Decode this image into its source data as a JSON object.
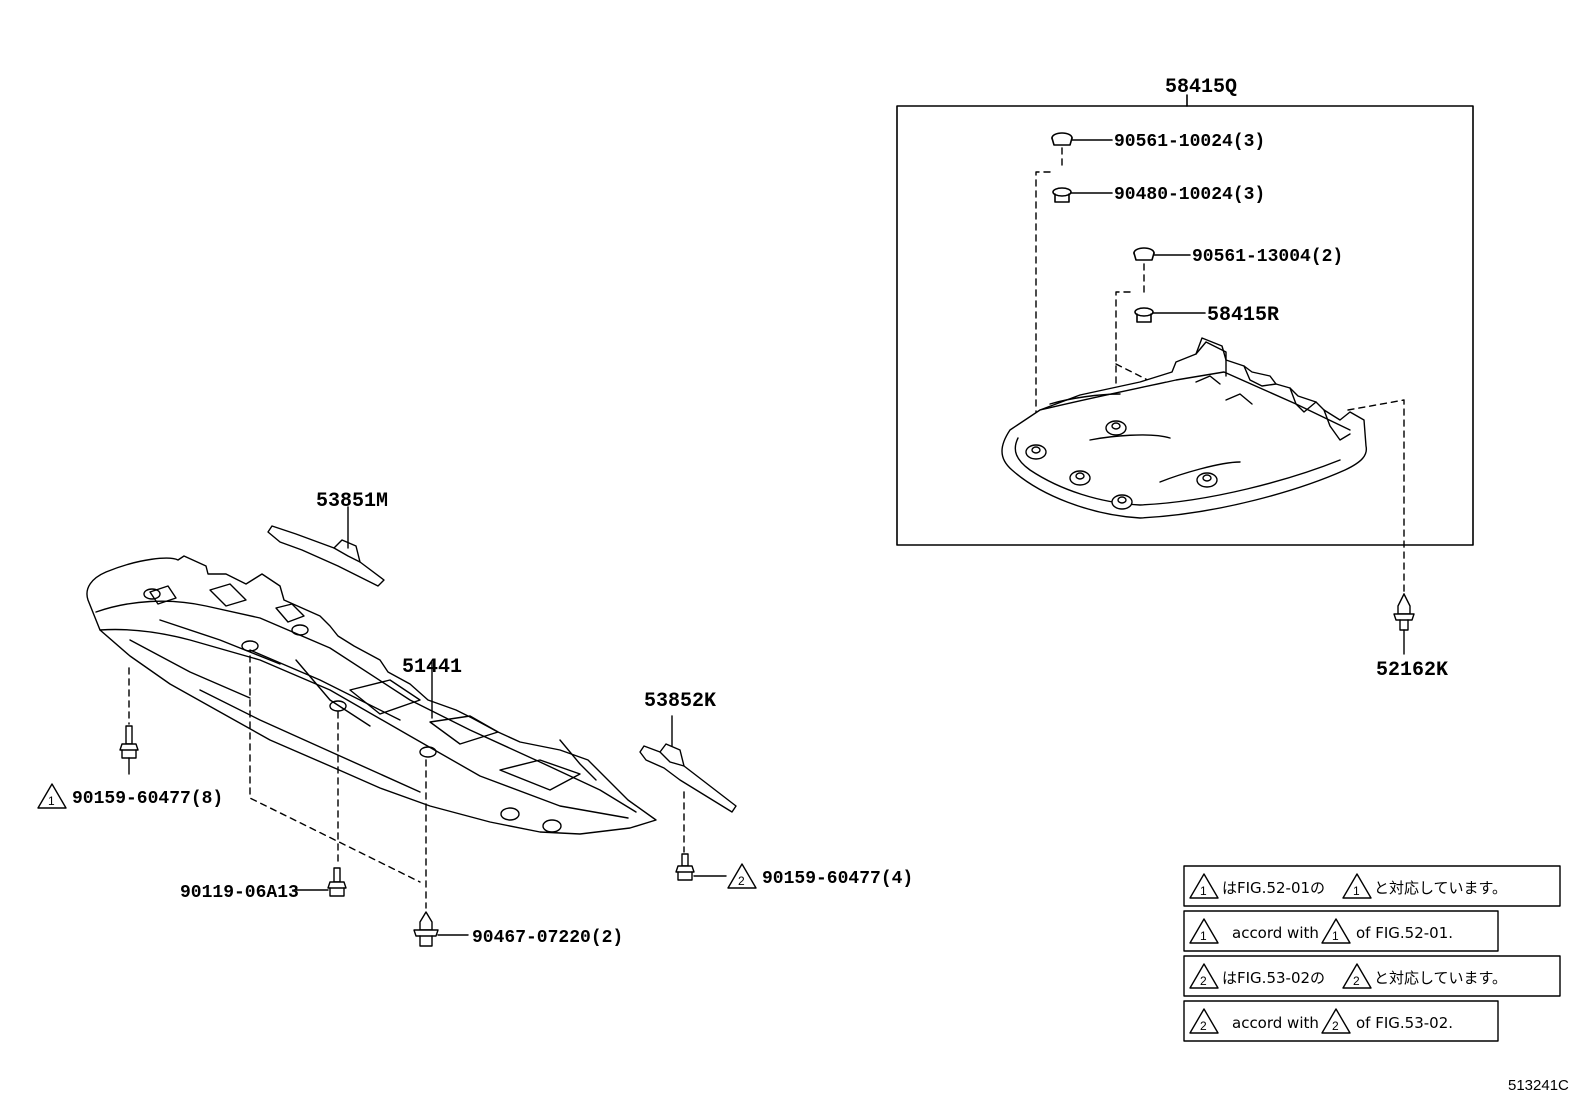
{
  "diagram": {
    "figure_id": "513241C",
    "group_box_label": "58415Q",
    "parts": {
      "p_90561_10024": "90561-10024(3)",
      "p_90480_10024": "90480-10024(3)",
      "p_90561_13004": "90561-13004(2)",
      "p_58415R": "58415R",
      "p_52162K": "52162K",
      "p_53851M": "53851M",
      "p_51441": "51441",
      "p_53852K": "53852K",
      "p_90159_8": "90159-60477(8)",
      "p_90159_4": "90159-60477(4)",
      "p_90119": "90119-06A13",
      "p_90467": "90467-07220(2)"
    },
    "callouts": {
      "c1": "1",
      "c2": "2"
    },
    "notes": [
      {
        "tri1": "1",
        "pre": "はFIG.52-01の",
        "tri2": "1",
        "post": "と対応しています。"
      },
      {
        "tri1": "1",
        "pre": "accord with",
        "tri2": "1",
        "post": "of FIG.52-01."
      },
      {
        "tri1": "2",
        "pre": "はFIG.53-02の",
        "tri2": "2",
        "post": "と対応しています。"
      },
      {
        "tri1": "2",
        "pre": "accord with",
        "tri2": "2",
        "post": "of FIG.53-02."
      }
    ]
  }
}
